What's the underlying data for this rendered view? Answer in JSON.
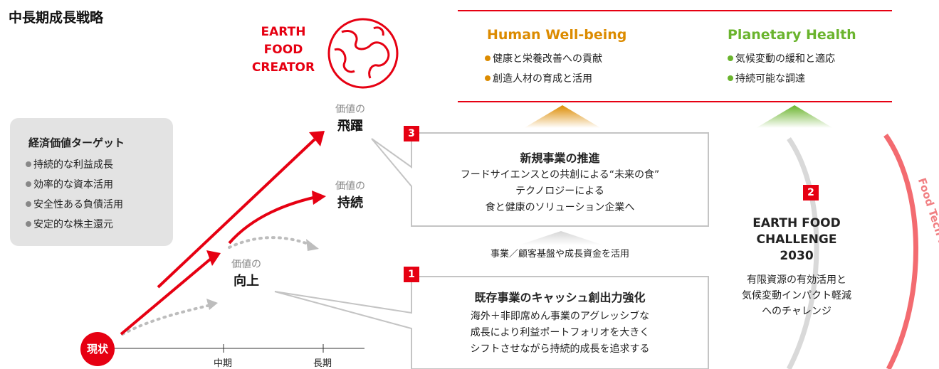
{
  "page_title": "中長期成長戦略",
  "brand": {
    "lines": [
      "EARTH",
      "FOOD",
      "CREATOR"
    ]
  },
  "goals": {
    "human": {
      "title": "Human Well-being",
      "items": [
        "健康と栄養改善への貢献",
        "創造人材の育成と活用"
      ],
      "color": "#dc8b00"
    },
    "planet": {
      "title": "Planetary Health",
      "items": [
        "気候変動の緩和と適応",
        "持続可能な調達"
      ],
      "color": "#6ab42d"
    }
  },
  "kpi": {
    "title": "経済価値ターゲット",
    "items": [
      "持続的な利益成長",
      "効率的な資本活用",
      "安全性ある負債活用",
      "安定的な株主還元"
    ]
  },
  "levels": {
    "leap": {
      "small": "価値の",
      "big": "飛躍"
    },
    "sustain": {
      "small": "価値の",
      "big": "持続"
    },
    "improve": {
      "small": "価値の",
      "big": "向上"
    }
  },
  "start_label": "現状",
  "axis": {
    "mid": "中期",
    "long": "長期"
  },
  "box3": {
    "badge": "3",
    "title": "新規事業の推進",
    "lines": [
      "フードサイエンスとの共創による“未来の食”",
      "テクノロジーによる",
      "食と健康のソリューション企業へ"
    ]
  },
  "middle_text": "事業／顧客基盤や成長資金を活用",
  "box1": {
    "badge": "1",
    "title": "既存事業のキャッシュ創出力強化",
    "lines": [
      "海外＋非即席めん事業のアグレッシブな",
      "成長により利益ポートフォリオを大きく",
      "シフトさせながら持続的成長を追求する"
    ]
  },
  "challenge": {
    "badge": "2",
    "title_lines": [
      "EARTH FOOD",
      "CHALLENGE",
      "2030"
    ],
    "body_lines": [
      "有限資源の有効活用と",
      "気候変動インパクト軽減",
      "へのチャレンジ"
    ]
  },
  "curve_label": "Food Tech Innovation",
  "colors": {
    "accent": "#e60012",
    "gray": "#bdbdbd",
    "curve": "#f36b70"
  }
}
